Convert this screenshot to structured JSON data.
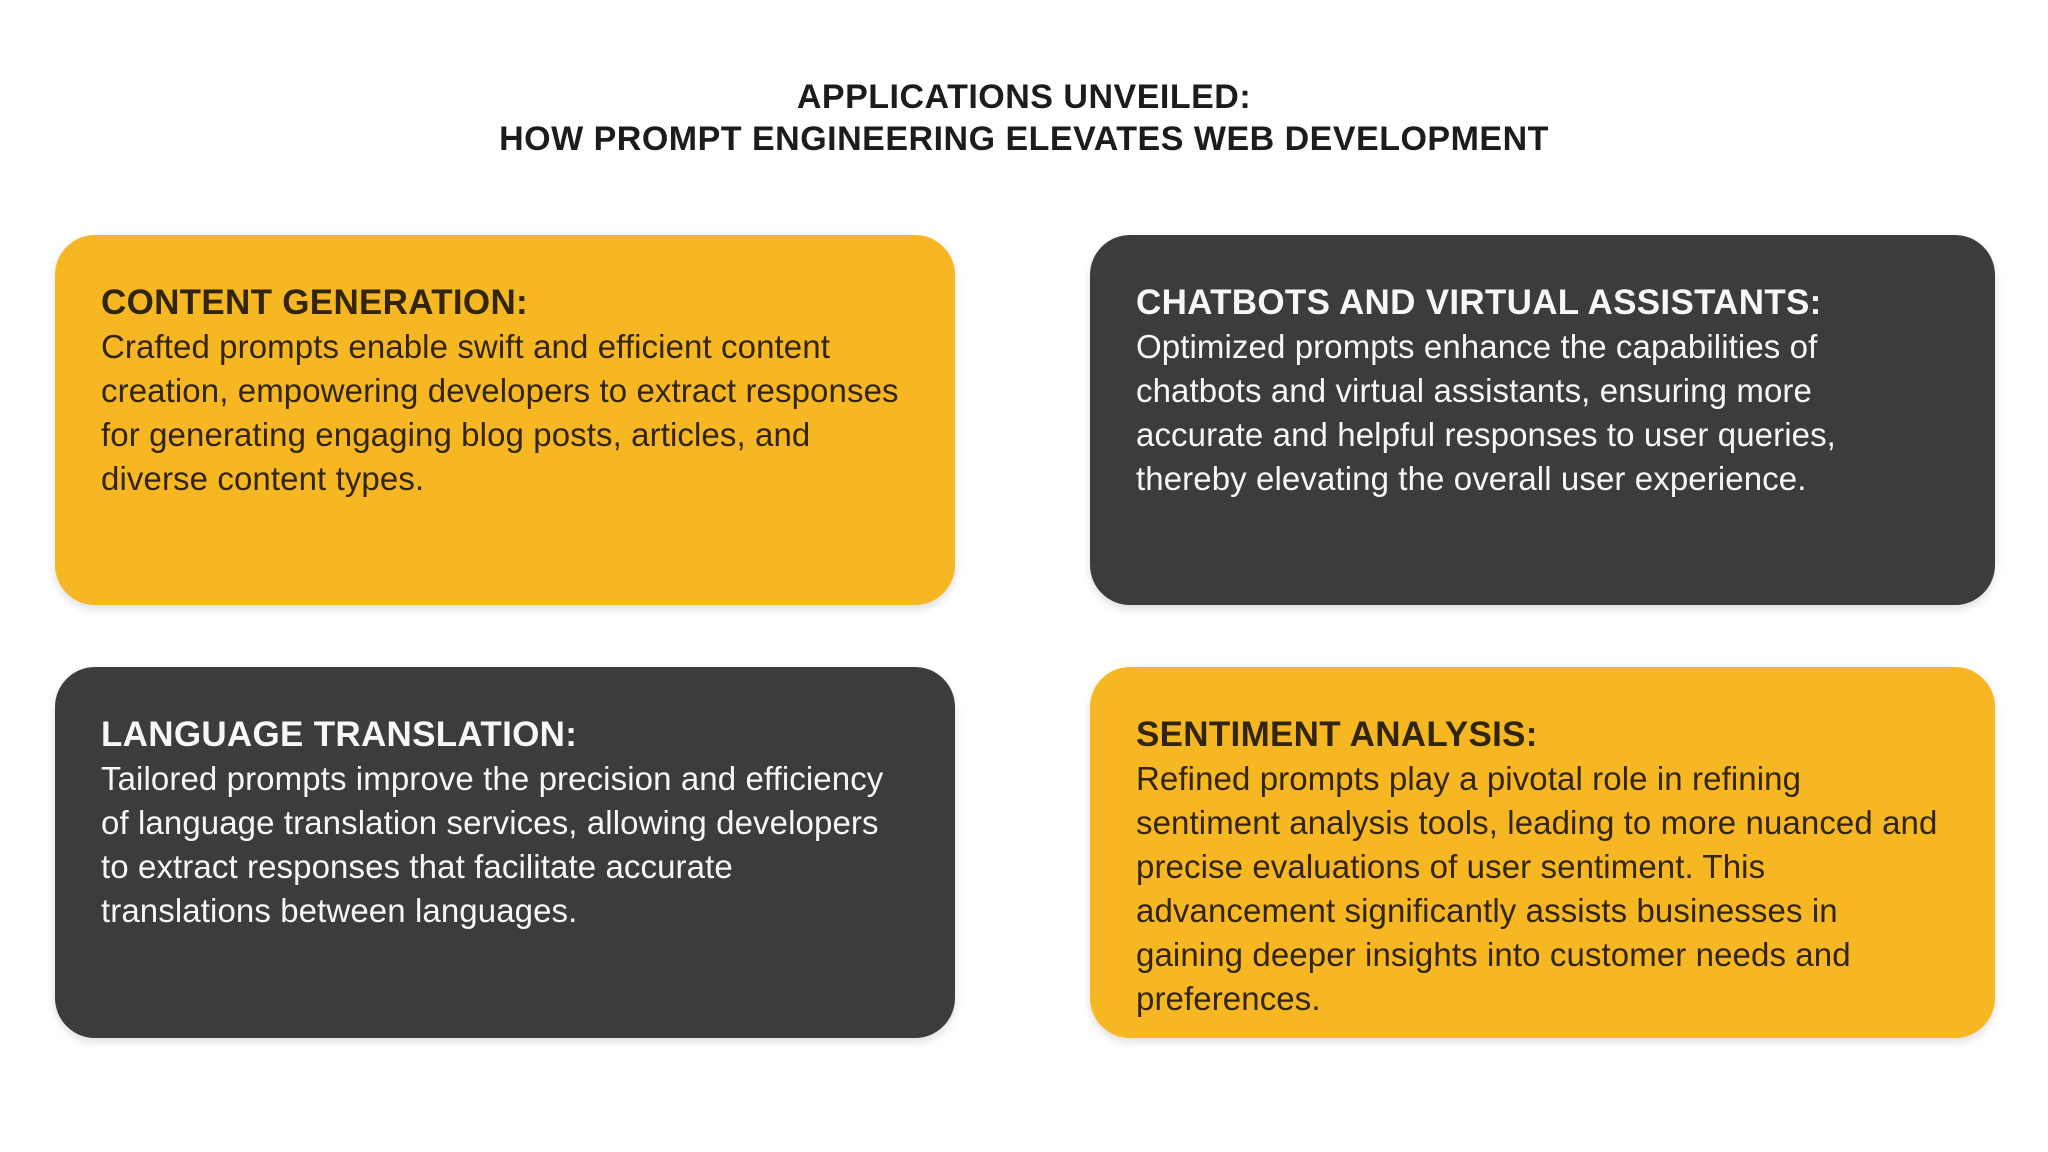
{
  "title": {
    "line1": "APPLICATIONS UNVEILED:",
    "line2": "HOW PROMPT ENGINEERING ELEVATES WEB DEVELOPMENT"
  },
  "colors": {
    "background": "#ffffff",
    "accent_yellow": "#f6b723",
    "card_dark": "#3c3c3c",
    "text_on_yellow": "#32250e",
    "text_on_dark": "#f7f7f7",
    "title_text": "#1c1c1c"
  },
  "cards": [
    {
      "id": "content-generation",
      "variant": "yellow",
      "heading": "CONTENT GENERATION:",
      "body": "Crafted prompts enable swift and efficient content creation, empowering developers to extract responses for generating engaging blog posts, articles, and diverse content types."
    },
    {
      "id": "chatbots-and-virtual-assistants",
      "variant": "dark",
      "heading": "CHATBOTS AND VIRTUAL ASSISTANTS:",
      "body": "Optimized prompts enhance the capabilities of chatbots and virtual assistants, ensuring more accurate and helpful responses to user queries, thereby elevating the overall user experience."
    },
    {
      "id": "language-translation",
      "variant": "dark",
      "heading": "LANGUAGE TRANSLATION:",
      "body": "Tailored prompts improve the precision and efficiency of language translation services, allowing developers to extract responses that facilitate accurate translations between languages."
    },
    {
      "id": "sentiment-analysis",
      "variant": "yellow",
      "heading": "SENTIMENT ANALYSIS:",
      "body": "Refined prompts play a pivotal role in refining sentiment analysis tools, leading to more nuanced and precise evaluations of user sentiment. This advancement significantly assists businesses in gaining deeper insights into customer needs and preferences."
    }
  ]
}
